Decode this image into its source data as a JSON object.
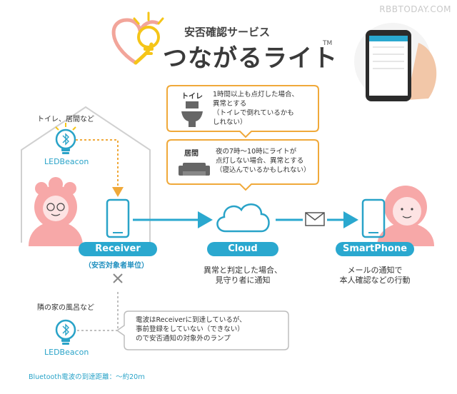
{
  "watermark": "RBBTODAY.COM",
  "service": {
    "subtitle": "安否確認サービス",
    "name": "つながるライト",
    "tm": "TM"
  },
  "locations": {
    "indoor": "トイレ、居間など",
    "neighbor": "隣の家の風呂など"
  },
  "nodes": {
    "beacon": "LEDBeacon",
    "receiver": "Receiver",
    "receiver_note": "（安否対象者単位）",
    "cloud": "Cloud",
    "smartphone": "SmartPhone"
  },
  "bubbles": {
    "toilet": {
      "label": "トイレ",
      "lines": [
        "1時間以上も点灯した場合、",
        "異常とする",
        "（トイレで倒れているかも",
        "しれない）"
      ]
    },
    "living": {
      "label": "居間",
      "lines": [
        "夜の7時～10時にライトが",
        "点灯しない場合、異常とする",
        "（寝込んでいるかもしれない）"
      ]
    },
    "out_of_range": {
      "lines": [
        "電波はReceiverに到達しているが、",
        "事前登録をしていない（できない）",
        "ので安否通知の対象外のランプ"
      ]
    }
  },
  "descriptions": {
    "cloud": [
      "異常と判定した場合、",
      "見守り者に通知"
    ],
    "smartphone": [
      "メールの通知で",
      "本人確認などの行動"
    ]
  },
  "footnote": "Bluetooth電波の到達距離：～約20ｍ",
  "colors": {
    "accent": "#2aa8cf",
    "bulb": "#f5c518",
    "heart": "#f2a59a",
    "person": "#f7a8a8"
  }
}
